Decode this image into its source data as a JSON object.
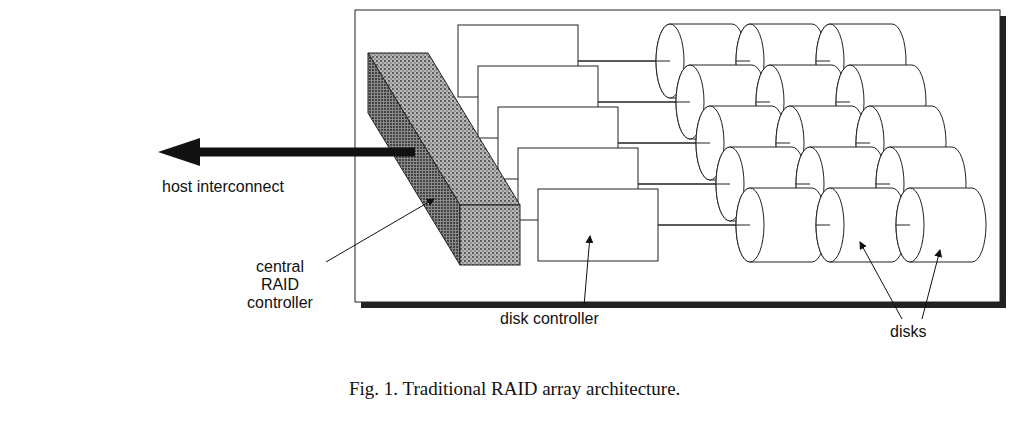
{
  "diagram": {
    "caption": "Fig. 1. Traditional RAID array architecture.",
    "labels": [
      "host interconnect",
      "central RAID controller",
      "disk controller",
      "disks"
    ]
  }
}
